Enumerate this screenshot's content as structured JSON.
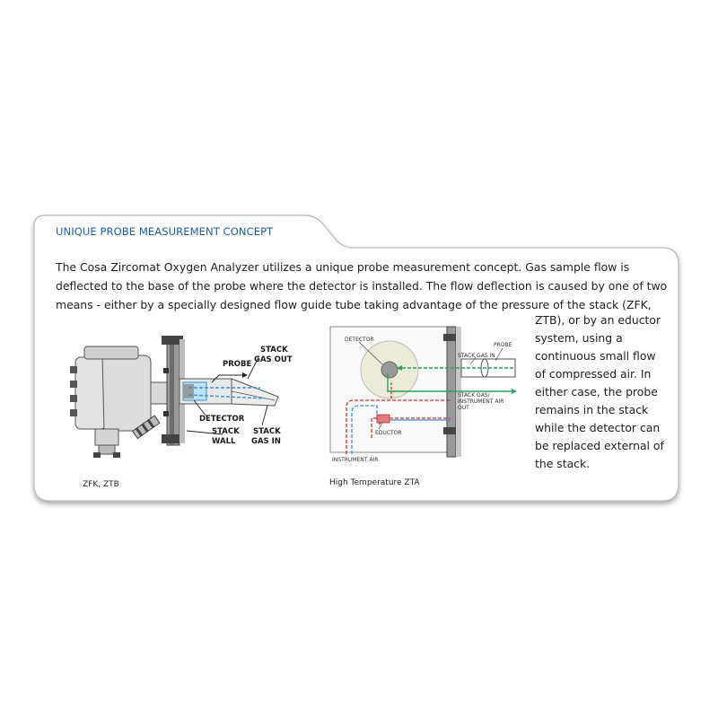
{
  "section": {
    "title": "UNIQUE PROBE MEASUREMENT CONCEPT",
    "intro_lines": [
      "The Cosa Zircomat Oxygen Analyzer utilizes a unique probe measurement concept. Gas sample flow is",
      "deflected to the base of the probe where the detector is installed. The flow deflection is caused by one of two",
      "means - either by a specially designed flow guide tube taking advantage of the pressure of the stack (ZFK,"
    ],
    "side_lines": [
      "ZTB), or by an eductor",
      "system, using a",
      "continuous small flow",
      "of compressed air.  In",
      "either case, the probe",
      "remains in the stack",
      "while the detector can",
      "be replaced external of",
      "the stack."
    ]
  },
  "figure_left": {
    "caption": "ZFK, ZTB",
    "labels": {
      "stack_gas_out_1": "STACK",
      "stack_gas_out_2": "GAS OUT",
      "probe": "PROBE",
      "detector": "DETECTOR",
      "stack_wall_1": "STACK",
      "stack_wall_2": "WALL",
      "stack_gas_in_1": "STACK",
      "stack_gas_in_2": "GAS IN"
    }
  },
  "figure_right": {
    "caption": "High Temperature ZTA",
    "labels": {
      "detector": "DETECTOR",
      "stack_gas_in": "STACK GAS IN",
      "probe": "PROBE",
      "stack_gas_air_out_1": "STACK GAS/",
      "stack_gas_air_out_2": "INSTRUMENT AIR",
      "stack_gas_air_out_3": "OUT",
      "eductor": "EDUCTOR",
      "instrument_air": "INSTRUMENT AIR"
    }
  },
  "colors": {
    "heading_blue": "#1f5d9c",
    "flow_blue": "#3a8fd0",
    "flow_green": "#2aa05a",
    "flow_red": "#d9302c"
  }
}
